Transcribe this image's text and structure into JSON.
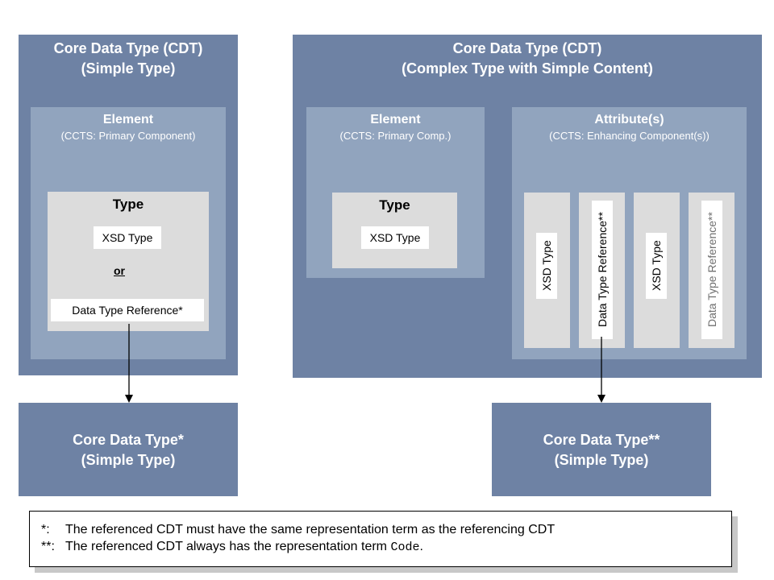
{
  "left_cdt": {
    "title_line1": "Core Data Type (CDT)",
    "title_line2": "(Simple Type)",
    "element_title": "Element",
    "element_note": "(CCTS: Primary Component)",
    "type_label": "Type",
    "xsd_type": "XSD Type",
    "or_label": "or",
    "dtr_label": "Data Type Reference*"
  },
  "right_cdt": {
    "title_line1": "Core Data Type (CDT)",
    "title_line2": "(Complex Type with Simple Content)",
    "element_title": "Element",
    "element_note": "(CCTS: Primary Comp.)",
    "type_label": "Type",
    "xsd_type": "XSD Type",
    "attr_title": "Attribute(s)",
    "attr_note": "(CCTS: Enhancing Component(s))",
    "attr_col1": "XSD Type",
    "attr_col2": "Data Type Reference**",
    "attr_col3": "XSD Type",
    "attr_col4": "Data Type Reference**"
  },
  "bottom_left": {
    "line1": "Core Data Type*",
    "line2": "(Simple Type)"
  },
  "bottom_right": {
    "line1": "Core Data Type**",
    "line2": "(Simple Type)"
  },
  "footnotes": {
    "mark1": "*:",
    "text1": "The referenced CDT must have the same representation term as the referencing CDT",
    "mark2": "**:",
    "text2_a": "The referenced CDT always has the representation term",
    "text2_code": "Code",
    "text2_end": "."
  },
  "colors": {
    "outer": "#6e82a4",
    "mid": "#91a4be",
    "inner": "#dcdcdc"
  }
}
